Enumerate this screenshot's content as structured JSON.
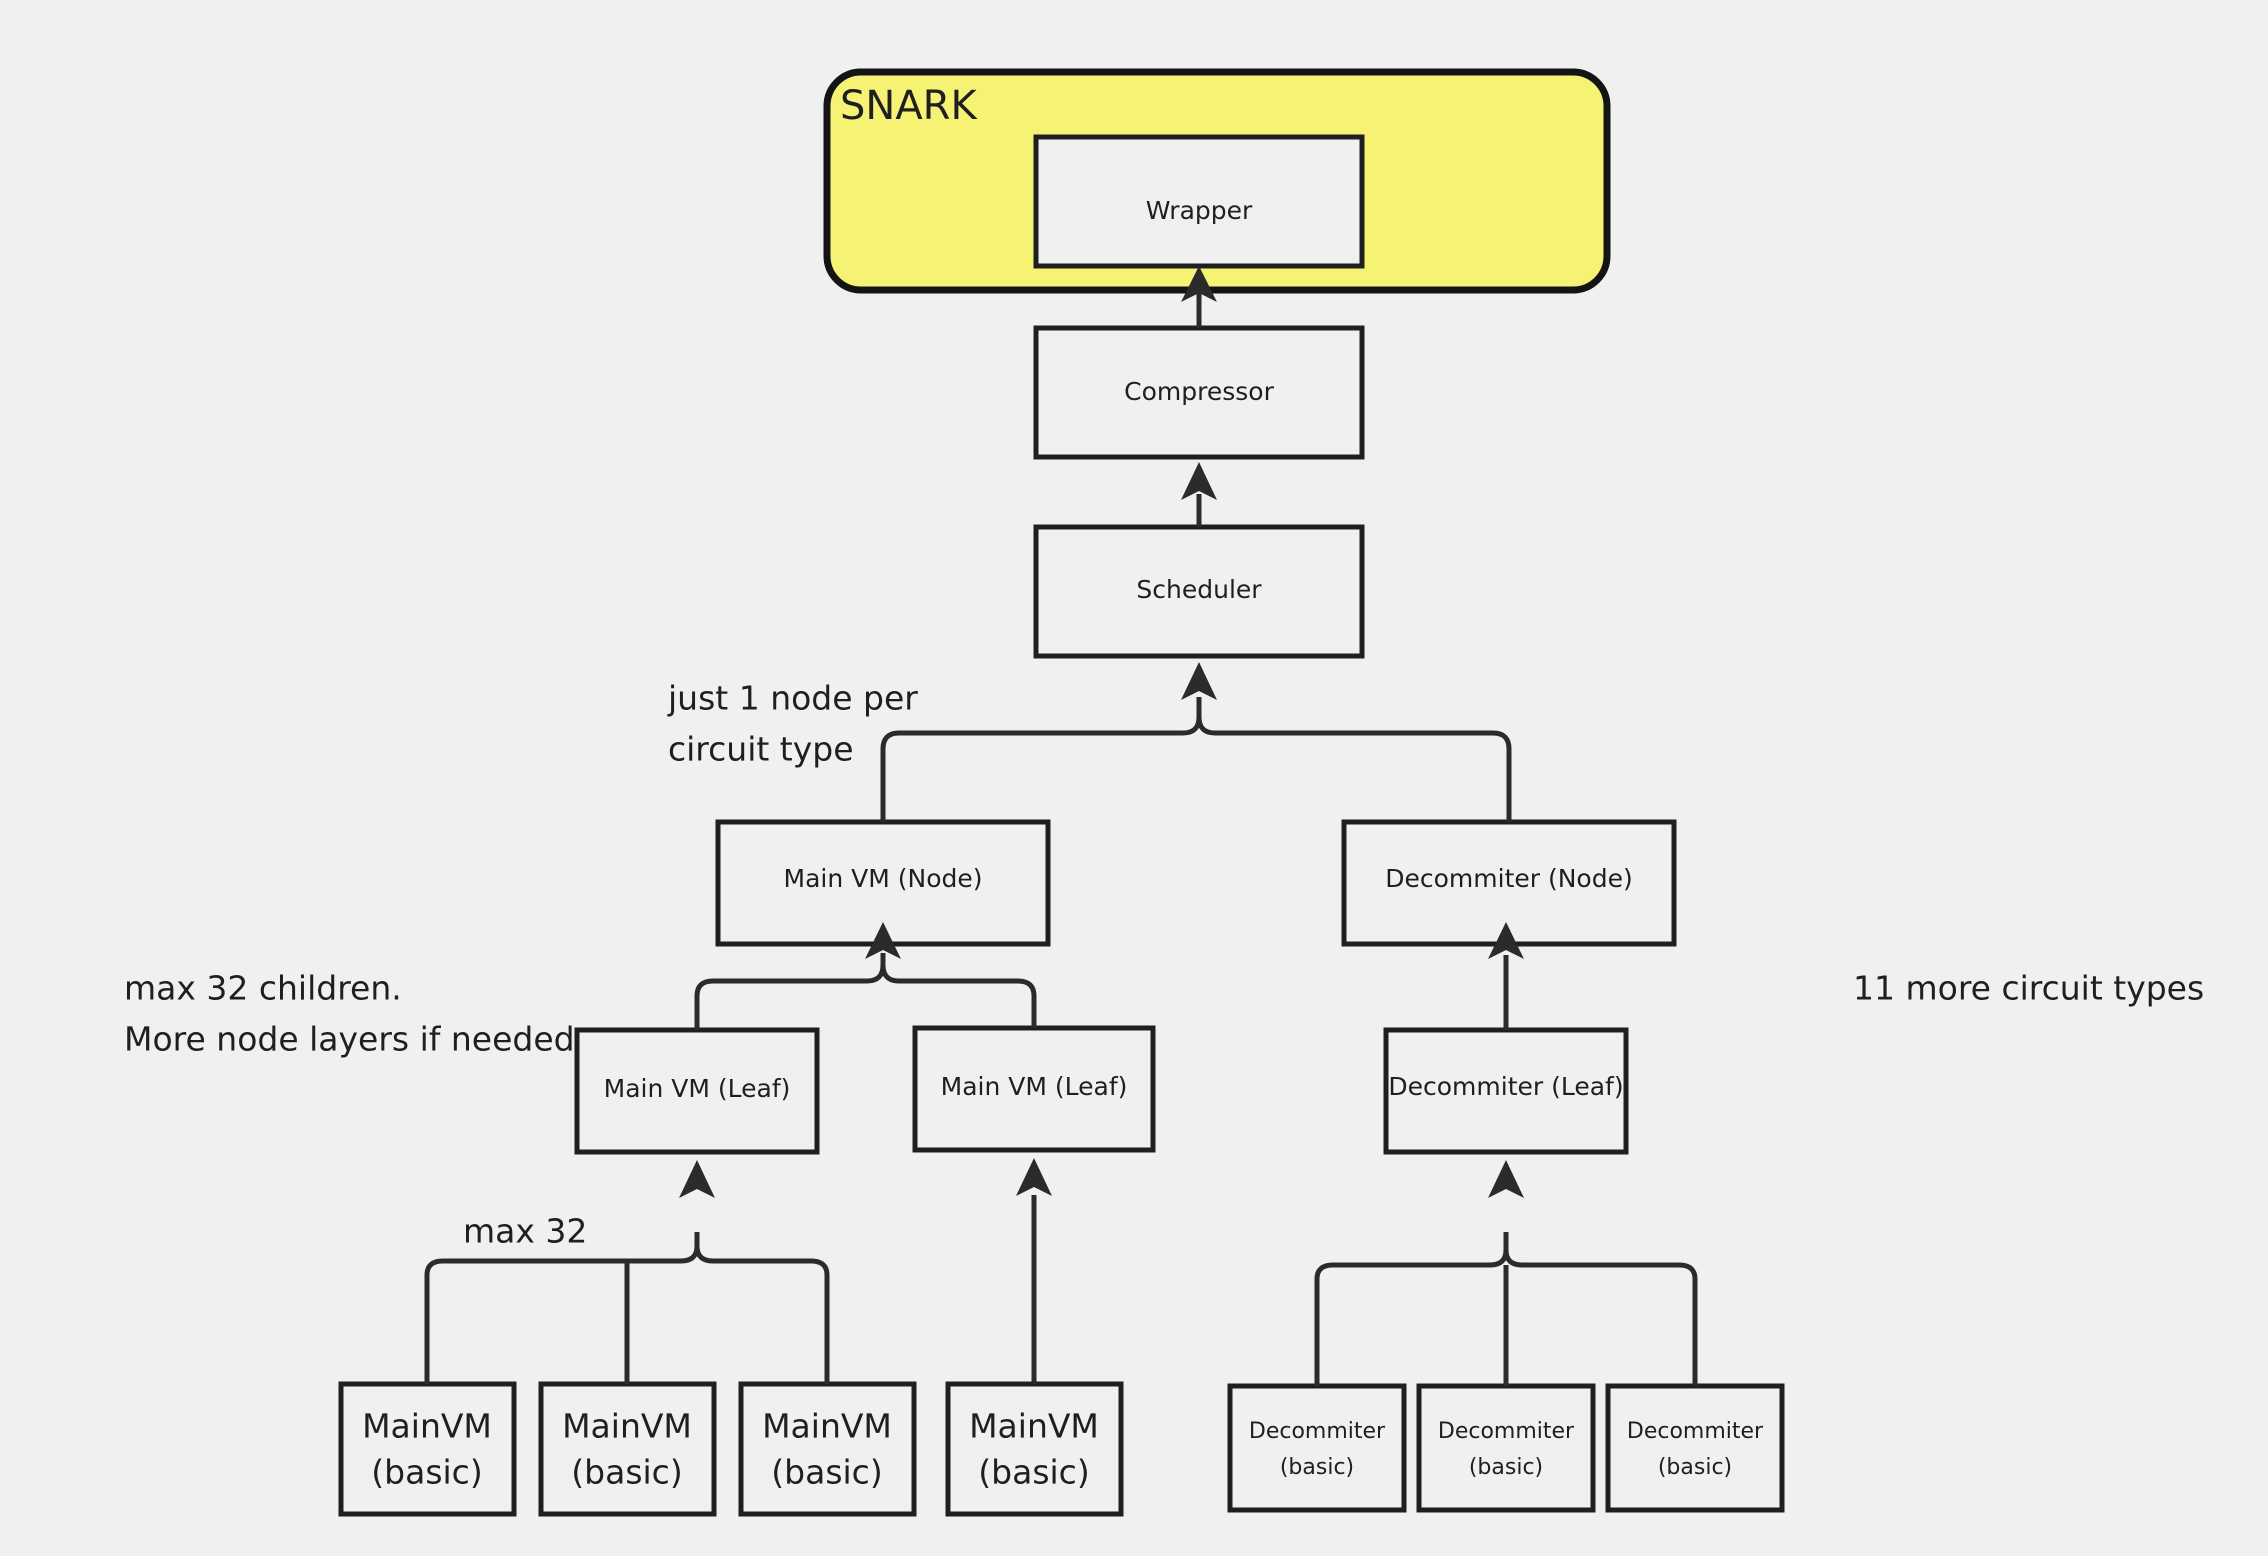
{
  "diagram": {
    "title": "ZK circuit proof aggregation tree",
    "background_color": "#f0f0f0",
    "group": {
      "label": "SNARK",
      "fill_color": "#f6f374",
      "stroke_color": "#141414",
      "child": {
        "label": "Wrapper"
      }
    },
    "nodes": [
      {
        "id": "wrapper",
        "label": "Wrapper",
        "size": "md"
      },
      {
        "id": "compressor",
        "label": "Compressor",
        "size": "md"
      },
      {
        "id": "scheduler",
        "label": "Scheduler",
        "size": "md"
      },
      {
        "id": "mainvm-node",
        "label": "Main VM (Node)",
        "size": "md"
      },
      {
        "id": "decommiter-node",
        "label": "Decommiter (Node)",
        "size": "md"
      },
      {
        "id": "mainvm-leaf-1",
        "label": "Main VM (Leaf)",
        "size": "md"
      },
      {
        "id": "mainvm-leaf-2",
        "label": "Main VM (Leaf)",
        "size": "md"
      },
      {
        "id": "decommiter-leaf",
        "label": "Decommiter (Leaf)",
        "size": "md"
      },
      {
        "id": "mainvm-basic-1",
        "label": "MainVM",
        "label2": "(basic)",
        "size": "lg"
      },
      {
        "id": "mainvm-basic-2",
        "label": "MainVM",
        "label2": "(basic)",
        "size": "lg"
      },
      {
        "id": "mainvm-basic-3",
        "label": "MainVM",
        "label2": "(basic)",
        "size": "lg"
      },
      {
        "id": "mainvm-basic-4",
        "label": "MainVM",
        "label2": "(basic)",
        "size": "lg"
      },
      {
        "id": "decommiter-basic-1",
        "label": "Decommiter",
        "label2": "(basic)",
        "size": "sm"
      },
      {
        "id": "decommiter-basic-2",
        "label": "Decommiter",
        "label2": "(basic)",
        "size": "sm"
      },
      {
        "id": "decommiter-basic-3",
        "label": "Decommiter",
        "label2": "(basic)",
        "size": "sm"
      }
    ],
    "annotations": [
      {
        "id": "just-one-node",
        "line1": "just 1 node per",
        "line2": "circuit type"
      },
      {
        "id": "max-32-children",
        "line1": "max 32 children.",
        "line2": "More node layers if needed"
      },
      {
        "id": "max-32",
        "line1": "max 32",
        "line2": ""
      },
      {
        "id": "more-types",
        "line1": "11 more circuit types",
        "line2": ""
      }
    ],
    "edges": [
      {
        "from": "compressor",
        "to": "wrapper"
      },
      {
        "from": "scheduler",
        "to": "compressor"
      },
      {
        "from": "mainvm-node",
        "to": "scheduler"
      },
      {
        "from": "decommiter-node",
        "to": "scheduler"
      },
      {
        "from": "mainvm-leaf-1",
        "to": "mainvm-node"
      },
      {
        "from": "mainvm-leaf-2",
        "to": "mainvm-node"
      },
      {
        "from": "decommiter-leaf",
        "to": "decommiter-node"
      },
      {
        "from": "mainvm-basic-1",
        "to": "mainvm-leaf-1"
      },
      {
        "from": "mainvm-basic-2",
        "to": "mainvm-leaf-1"
      },
      {
        "from": "mainvm-basic-3",
        "to": "mainvm-leaf-1"
      },
      {
        "from": "mainvm-basic-4",
        "to": "mainvm-leaf-2"
      },
      {
        "from": "decommiter-basic-1",
        "to": "decommiter-leaf"
      },
      {
        "from": "decommiter-basic-2",
        "to": "decommiter-leaf"
      },
      {
        "from": "decommiter-basic-3",
        "to": "decommiter-leaf"
      }
    ]
  }
}
